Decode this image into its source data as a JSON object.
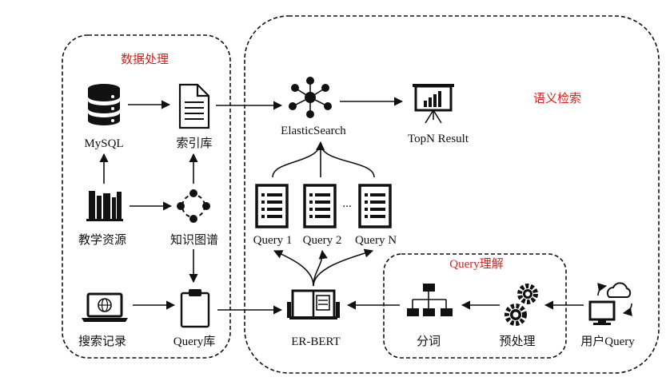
{
  "colors": {
    "title": "#d42121",
    "ink": "#111111"
  },
  "groups": {
    "data_processing": "数据处理",
    "semantic_search": "语义检索",
    "query_understanding": "Query理解"
  },
  "nodes": {
    "mysql": {
      "label": "MySQL",
      "icon": "database-icon"
    },
    "index_lib": {
      "label": "索引库",
      "icon": "document-icon"
    },
    "teaching_resources": {
      "label": "教学资源",
      "icon": "books-icon"
    },
    "knowledge_graph": {
      "label": "知识图谱",
      "icon": "graph-nodes-icon"
    },
    "search_records": {
      "label": "搜索记录",
      "icon": "laptop-globe-icon"
    },
    "query_lib": {
      "label": "Query库",
      "icon": "clipboard-icon"
    },
    "elasticsearch": {
      "label": "ElasticSearch",
      "icon": "network-users-icon"
    },
    "topn_result": {
      "label": "TopN Result",
      "icon": "presentation-chart-icon"
    },
    "query1": {
      "label": "Query 1",
      "icon": "list-document-icon"
    },
    "query2": {
      "label": "Query 2",
      "icon": "list-document-icon"
    },
    "queryn": {
      "label": "Query N",
      "icon": "list-document-icon"
    },
    "ellipsis": "...",
    "er_bert": {
      "label": "ER-BERT",
      "icon": "open-book-icon"
    },
    "segmentation": {
      "label": "分词",
      "icon": "hierarchy-icon"
    },
    "preprocessing": {
      "label": "预处理",
      "icon": "gears-icon"
    },
    "user_query": {
      "label": "用户Query",
      "icon": "monitor-cloud-icon"
    }
  }
}
